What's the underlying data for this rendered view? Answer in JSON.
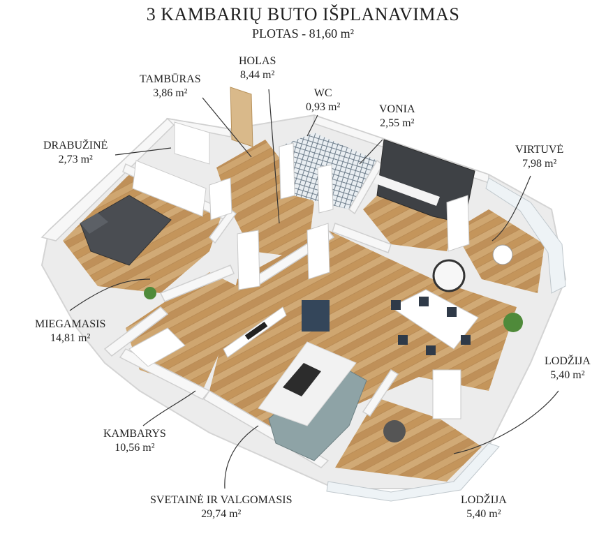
{
  "header": {
    "title": "3 KAMBARIŲ BUTO IŠPLANAVIMAS",
    "subtitle": "PLOTAS - 81,60 m²"
  },
  "rooms": [
    {
      "name": "HOLAS",
      "area": "8,44 m²"
    },
    {
      "name": "TAMBŪRAS",
      "area": "3,86 m²"
    },
    {
      "name": "WC",
      "area": "0,93 m²"
    },
    {
      "name": "VONIA",
      "area": "2,55 m²"
    },
    {
      "name": "DRABUŽINĖ",
      "area": "2,73 m²"
    },
    {
      "name": "VIRTUVĖ",
      "area": "7,98 m²"
    },
    {
      "name": "MIEGAMASIS",
      "area": "14,81 m²"
    },
    {
      "name": "LODŽIJA",
      "area": "5,40 m²"
    },
    {
      "name": "KAMBARYS",
      "area": "10,56 m²"
    },
    {
      "name": "SVETAINĖ IR VALGOMASIS",
      "area": "29,74 m²"
    },
    {
      "name": "LODŽIJA",
      "area": "5,40 m²"
    }
  ],
  "colors": {
    "wall": "#f3f3f3",
    "wall_edge": "#cfcfcf",
    "floor": "#c9a06b",
    "floor_dark": "#b5874f",
    "leader": "#333333"
  }
}
